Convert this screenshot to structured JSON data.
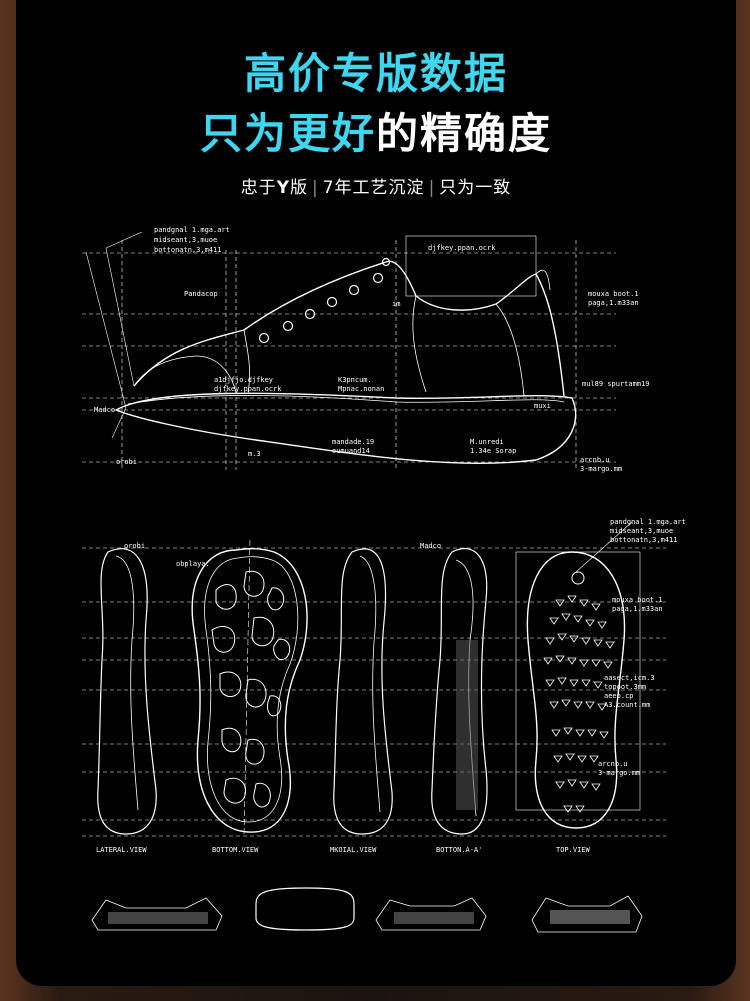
{
  "heading": {
    "line1": "高价专版数据",
    "line2_highlight": "只为更好",
    "line2_rest": "的精确度"
  },
  "subtitle": {
    "part1_prefix": "忠于",
    "part1_y": "Y",
    "part1_suffix": "版",
    "part2": "7年工艺沉淀",
    "part3": "只为一致",
    "separator": "|"
  },
  "side_view_labels": {
    "top_left": [
      "pandgnal 1.mga.art",
      "midseant,3,muoe",
      "bottonatn,3,m411"
    ],
    "top_center": "djfkey.ppan.ocrk",
    "right_top": [
      "mouxa boot.1",
      "paga,1.m33an"
    ],
    "right_mid": "mul89 spurtamm19",
    "right_bottom": [
      "arcnb.u",
      "3-margo.mm"
    ],
    "left_mid": "Madco",
    "left_bottom": "orobi",
    "bottom_center": [
      "mandade.19",
      "oumuand14"
    ],
    "bottom_right": [
      "M.unredi",
      "1.34e Sorap"
    ],
    "upper_label": "Pandacop",
    "mid_labels": [
      "a1djfjo.djfkey",
      "djfkey.ppan.ocrk",
      "K3pncum.",
      "Mpnac.nonan",
      "m.3",
      "im",
      "muxi"
    ]
  },
  "bottom_view_labels": {
    "top_right": [
      "pandgnal 1.mga.art",
      "midseant,3,muoe",
      "bottonatn,3,m411"
    ],
    "right_mid": [
      "mouxa boot.1",
      "paga,1.m33an"
    ],
    "right_low": [
      "aasect,icm.3",
      "topoot.3mm",
      "aeep.cp",
      "A3.count.mm"
    ],
    "right_bottom": [
      "arcnb.u",
      "3-margo.mm"
    ],
    "top_left_marks": [
      "orobi",
      "obplaya.",
      "Madco"
    ]
  },
  "view_captions": [
    "LATERAL.VIEW",
    "BOTTOM.VIEW",
    "MKOIAL.VIEW",
    "BOTTON.A-A'",
    "TOP.VIEW"
  ],
  "colors": {
    "accent": "#3fd7f0",
    "background": "#000000",
    "line": "#ffffff"
  }
}
